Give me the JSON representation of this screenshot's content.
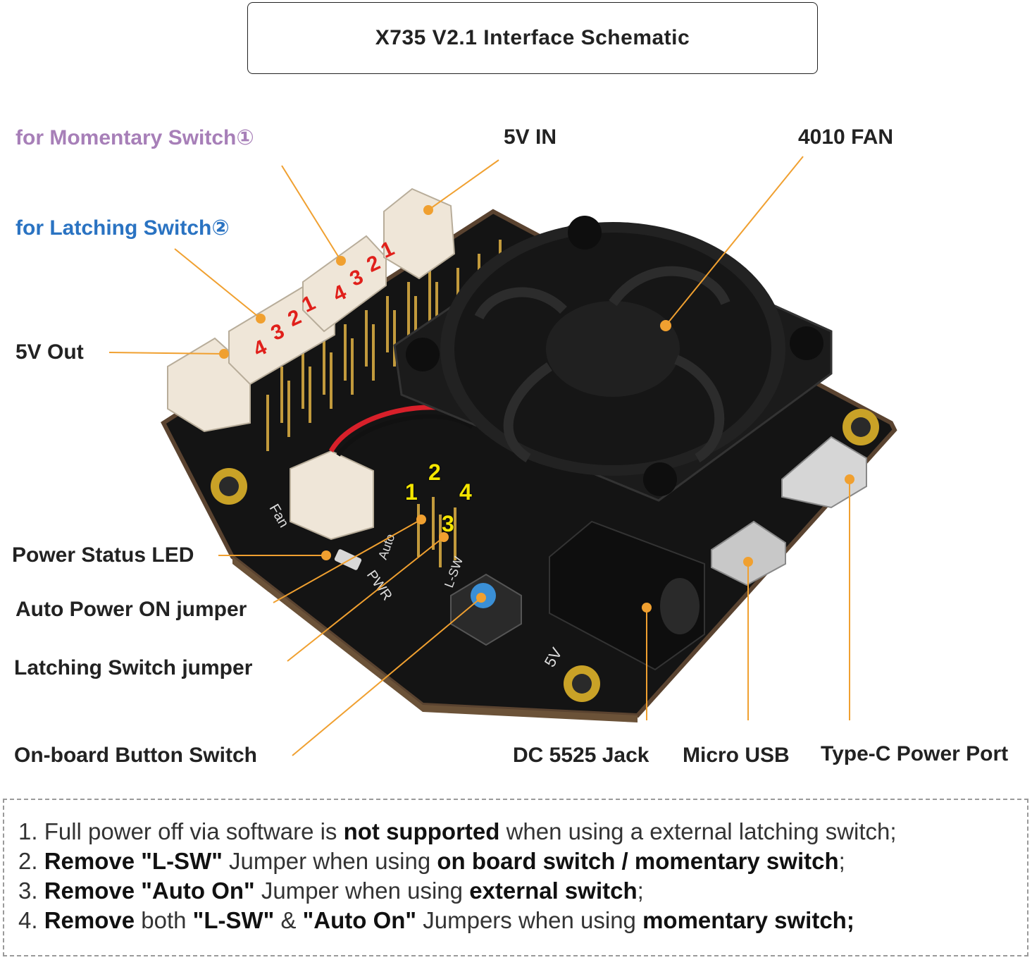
{
  "title": "X735 V2.1 Interface Schematic",
  "callouts": {
    "momentary": "for Momentary Switch①",
    "latching": "for Latching Switch②",
    "five_v_in": "5V IN",
    "fan": "4010 FAN",
    "five_v_out": "5V Out",
    "power_led": "Power Status LED",
    "auto_on": "Auto Power ON jumper",
    "latch_jumper": "Latching Switch jumper",
    "button": "On-board Button Switch",
    "dc_jack": "DC 5525 Jack",
    "micro_usb": "Micro USB",
    "typec": "Type-C Power Port"
  },
  "pin_labels": {
    "momentary": [
      "4",
      "3",
      "2",
      "1"
    ],
    "latching": [
      "4",
      "3",
      "2",
      "1"
    ],
    "jumper": [
      "1",
      "2",
      "3",
      "4"
    ]
  },
  "silkscreen": {
    "fan": "Fan",
    "pwr": "PWR",
    "auto": "Auto",
    "lsw": "L-SW",
    "five_v": "5V"
  },
  "notes": [
    {
      "num": "1.",
      "parts": [
        {
          "t": "Full power off via software is ",
          "b": false
        },
        {
          "t": "not supported",
          "b": true
        },
        {
          "t": " when using a external latching switch;",
          "b": false
        }
      ]
    },
    {
      "num": "2.",
      "parts": [
        {
          "t": "Remove \"L-SW\"",
          "b": true
        },
        {
          "t": " Jumper when using ",
          "b": false
        },
        {
          "t": "on board switch / momentary switch",
          "b": true
        },
        {
          "t": ";",
          "b": false
        }
      ]
    },
    {
      "num": "3.",
      "parts": [
        {
          "t": "Remove \"Auto On\"",
          "b": true
        },
        {
          "t": " Jumper when using ",
          "b": false
        },
        {
          "t": "external switch",
          "b": true
        },
        {
          "t": ";",
          "b": false
        }
      ]
    },
    {
      "num": "4.",
      "parts": [
        {
          "t": "Remove",
          "b": true
        },
        {
          "t": " both ",
          "b": false
        },
        {
          "t": "\"L-SW\"",
          "b": true
        },
        {
          "t": " & ",
          "b": false
        },
        {
          "t": "\"Auto On\"",
          "b": true
        },
        {
          "t": " Jumpers when using ",
          "b": false
        },
        {
          "t": "momentary switch;",
          "b": true
        }
      ]
    }
  ],
  "colors": {
    "leader": "#f0a030",
    "board": "#141414",
    "connector": "#efe6d8",
    "gold": "#c9a227"
  }
}
